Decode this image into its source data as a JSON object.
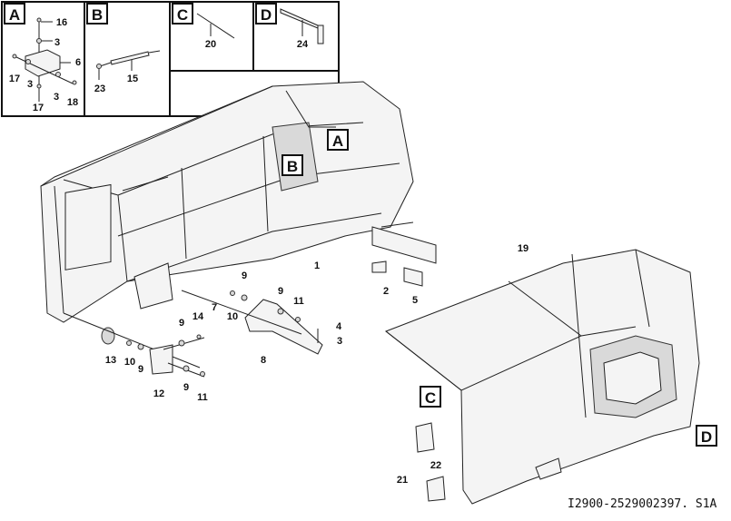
{
  "insets": [
    {
      "letter": "A",
      "callouts": [
        "16",
        "3",
        "6",
        "17",
        "3",
        "3",
        "17",
        "18"
      ]
    },
    {
      "letter": "B",
      "callouts": [
        "23",
        "15"
      ]
    },
    {
      "letter": "C",
      "callouts": [
        "20"
      ]
    },
    {
      "letter": "D",
      "callouts": [
        "24"
      ]
    }
  ],
  "view_markers": [
    "A",
    "B",
    "C",
    "D"
  ],
  "main_callouts": [
    "1",
    "19",
    "2",
    "5",
    "9",
    "9",
    "11",
    "7",
    "10",
    "4",
    "3",
    "8",
    "14",
    "9",
    "13",
    "10",
    "9",
    "9",
    "12",
    "11",
    "22",
    "21"
  ],
  "drawing_code": "I2900-2529002397. S1A"
}
